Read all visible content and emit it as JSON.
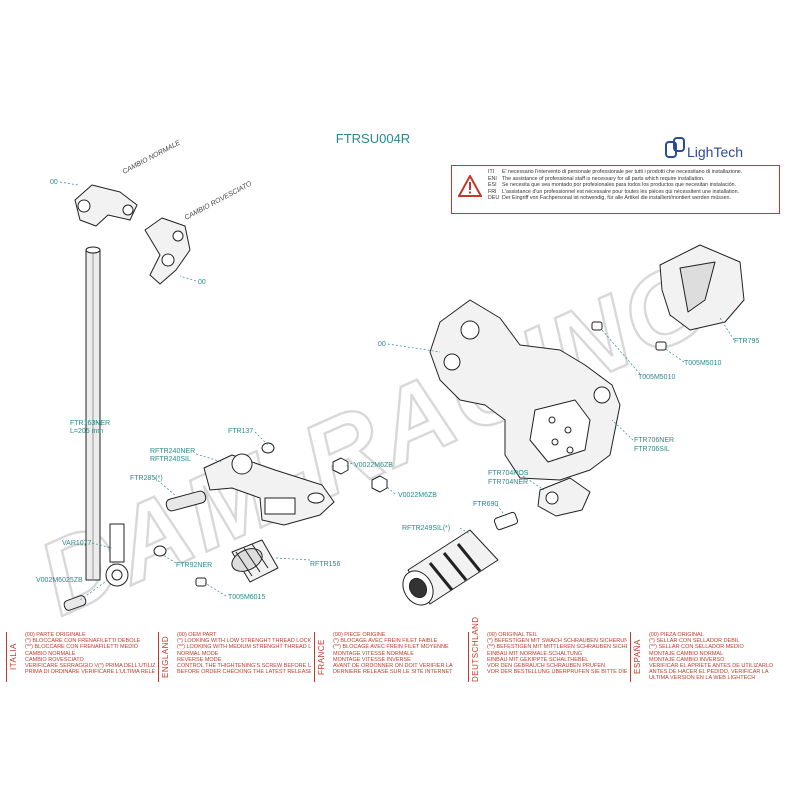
{
  "title": "FTRSU004R",
  "brand": "LighTech",
  "watermark": "DAM-RACING",
  "mode_labels": {
    "normal": "CAMBIO NORMALE",
    "reverse": "CAMBIO ROVESCIATO"
  },
  "warning": [
    {
      "code": "ITI",
      "text": "E' necessario l'intervento di personale professionale per tutti i prodotti che necessitano di installazione."
    },
    {
      "code": "ENI",
      "text": "The assistance of professional staff is necessary for all parts which require installation."
    },
    {
      "code": "ESI",
      "text": "Se necesita que sea montado por profesionales para todos los productos que necesitan instalación."
    },
    {
      "code": "FRI",
      "text": "L'assistance d'un professionnel est nécessaire pour toutes les pièces qui nécessitent une installation."
    },
    {
      "code": "DEU",
      "text": "Der Eingriff von Fachpersonal ist notwendig, für alle Artikel die installiert/montiert werden müssen."
    }
  ],
  "callouts": {
    "c00_top": "00",
    "c00_mid": "00",
    "c00_right": "00",
    "ftr795": "FTR795",
    "t005m5010_a": "T005M5010",
    "t005m5010_b": "T005M5010",
    "ftr706ner": "FTR706NER",
    "ftr706sil": "FTR706SIL",
    "ftr163ner": "FTR163NER",
    "ftr163len": "L=205 mm",
    "ftr137": "FTR137",
    "rftr240ner": "RFTR240NER",
    "rftr240sil": "RFTR240SIL",
    "ftr285": "FTR285(*)",
    "v0022m6zb_a": "V0022M6ZB",
    "v0022m6zb_b": "V0022M6ZB",
    "ftr704ros": "FTR704ROS",
    "ftr704ner": "FTR704NER",
    "ftr690": "FTR690",
    "rftr249sil": "RFTR249SIL(*)",
    "var1077": "VAR1077",
    "ftr92ner": "FTR92NER",
    "rftr156": "RFTR156",
    "v002m6025zb": "V002M6025ZB",
    "t005m6015": "T005M6015"
  },
  "legend": [
    {
      "country": "ITALIA",
      "lines": [
        "(00) PARTE ORIGINALE",
        "(*)  BLOCCARE CON FRENAFILETTI DEBOLE",
        "(**) BLOCCARE CON FRENAFILETTI MEDIO",
        "CAMBIO NORMALE",
        "CAMBIO ROVESCIATO",
        "VERIFICARE SERRAGGIO V(*) PRIMA DELL'UTILIZZO",
        "PRIMA DI ORDINARE VERIFICARE L'ULTIMA RELEASE SUL SITO"
      ]
    },
    {
      "country": "ENGLAND",
      "lines": [
        "(00) OEM PART",
        "(*)  LOOKING WITH LOW STRENGHT THREAD LOCKER",
        "(**) LOOKING WITH MEDIUM STRENGHT THREAD LOCKER",
        "NORMAL MODE",
        "REVERSE MODE",
        "CONTROL THE THIGHTENING'S SCREW BEFORE USING",
        "BEFORE ORDER CHECKING THE LATEST RELEASE ON WEBSITE"
      ]
    },
    {
      "country": "FRANCE",
      "lines": [
        "(00) PIECE ORIGINE",
        "(*)  BLOCAGE AVEC FREIN FILET FAIBLE",
        "(**) BLOCAGE AVEC FREIN FILET MOYENNE",
        "MONTAGE VITESSE NORMALE",
        "MONTAGE VITESSE INVERSE",
        "AVANT DE ORDONNER ON DOIT VERIFIER LA",
        "DERNIERE RELEASE SUR LE SITE INTERNET"
      ]
    },
    {
      "country": "DEUTSCHLAND",
      "lines": [
        "(00) ORIGINAL TEIL",
        "(*)  BEFESTIGEN MIT SWACH SCHRAUBEN SICHERUNGSMITTEL",
        "(**) BEFESTIGEN MIT MITTLEREN SCHRAUBEN SICHERUNGSMITTEL",
        "EINBAU MIT NORMALE SCHALTUNG",
        "EINBAU MIT GEKIPPTE SCHALTHEBEL",
        "VOR DEN GEBRAUCH SCHRAUBEN PRÜFEN",
        "VOR DER BESTELLUNG ÜBERPRÜFEN SIE BITTE DIE LETZTE VERSION DIESER ARTIKEL AUF DER INTERNET SEITE VON LIGHTECH"
      ]
    },
    {
      "country": "ESPAÑA",
      "lines": [
        "(00) PIEZA ORIGINAL",
        "(*)  SELLAR CON SELLADOR DEBIL",
        "(**) SELLAR CON SELLADOR MEDIO",
        "MONTAJE CAMBIO NORMAL",
        "MONTAJE CAMBIO INVERSO",
        "VERIFICAR EL APRIETE ANTES DE UTILIZARLO",
        "ANTES DE HACER EL PEDIDO, VERIFICAR LA",
        "ULTIMA VERSION EN LA WEB LIGHTECH"
      ]
    }
  ]
}
